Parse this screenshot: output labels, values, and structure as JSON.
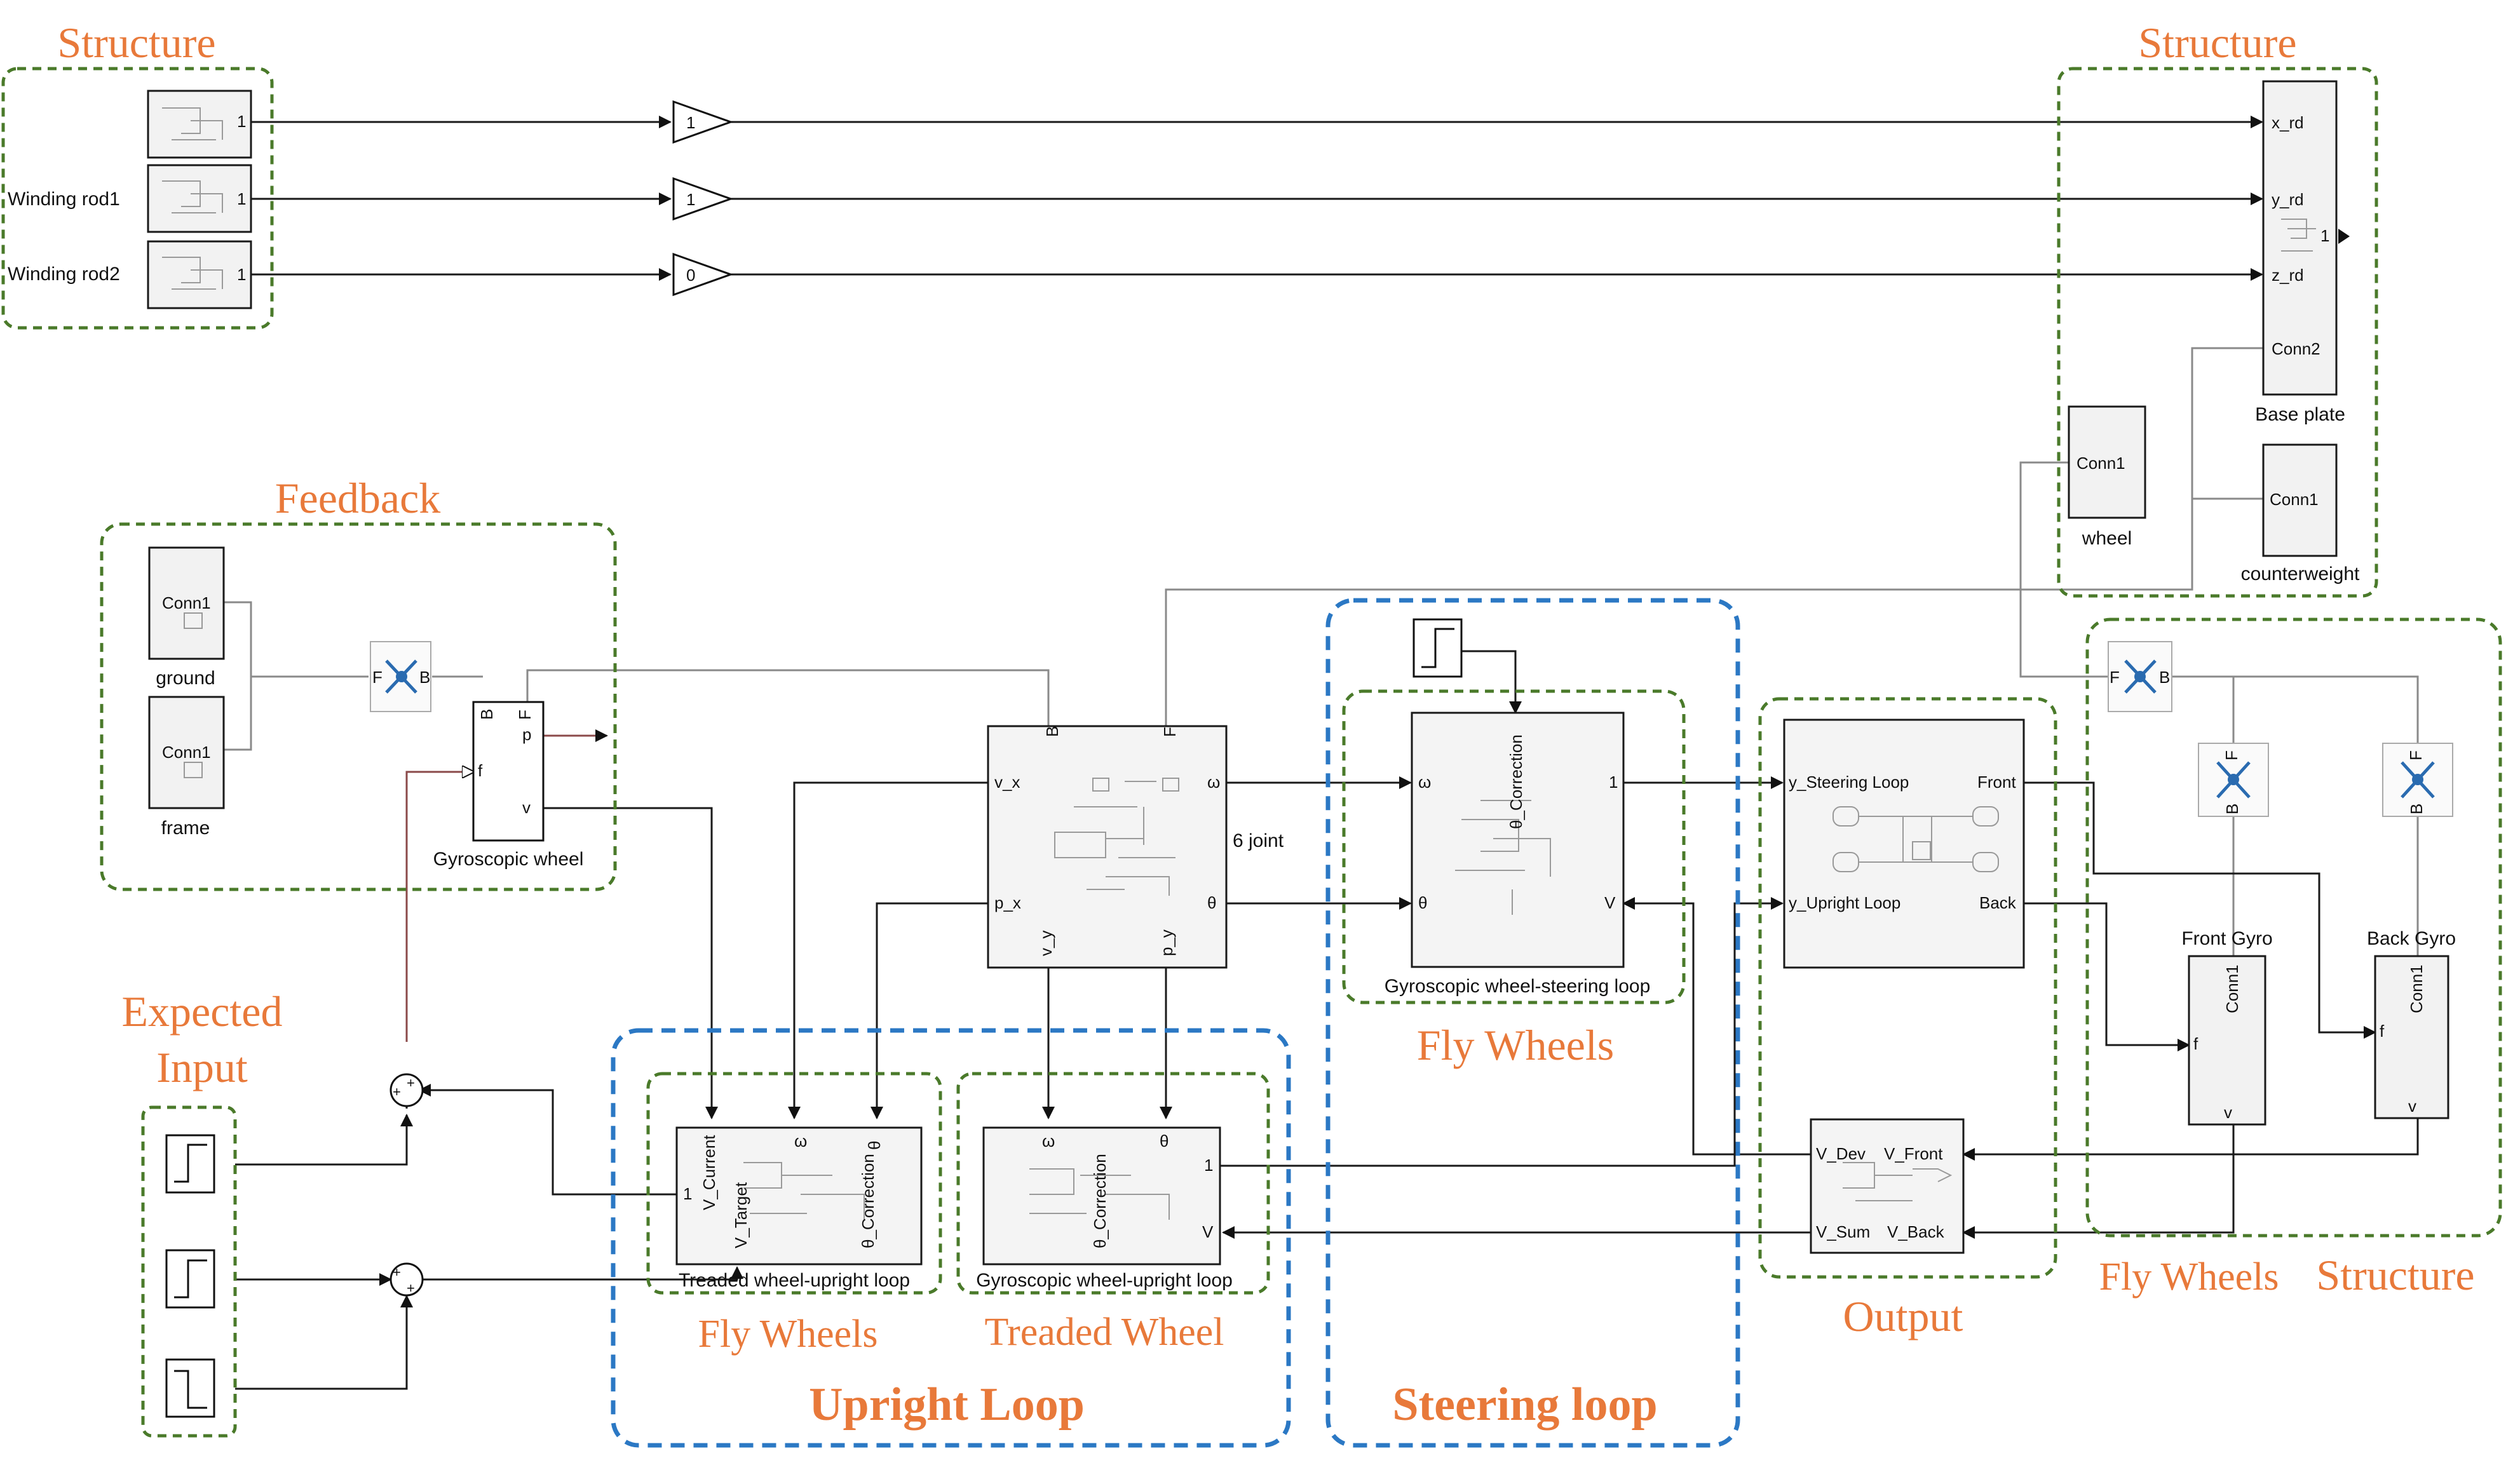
{
  "groups": {
    "structure_left": "Structure",
    "structure_right": "Structure",
    "feedback": "Feedback",
    "expected_input_line1": "Expected",
    "expected_input_line2": "Input",
    "fly_wheels_steer": "Fly  Wheels",
    "fly_wheels_upright": "Fly  Wheels",
    "treaded_wheel": "Treaded Wheel",
    "output": "Output",
    "fly_wheels_structure_a": "Fly  Wheels",
    "fly_wheels_structure_b": "Structure",
    "upright_loop": "Upright Loop",
    "steering_loop": "Steering loop"
  },
  "blocks": {
    "winding_rod1": "Winding rod1",
    "winding_rod2": "Winding rod2",
    "port_1": "1",
    "gain_x": "1",
    "gain_y": "1",
    "gain_z": "0",
    "base_plate": "Base plate",
    "base_x_rd": "x_rd",
    "base_y_rd": "y_rd",
    "base_z_rd": "z_rd",
    "base_conn2": "Conn2",
    "base_out": "1",
    "wheel": "wheel",
    "wheel_conn1": "Conn1",
    "counterweight": "counterweight",
    "counterweight_conn1": "Conn1",
    "ground": "ground",
    "ground_conn1": "Conn1",
    "frame": "frame",
    "frame_conn1": "Conn1",
    "transform_f": "F",
    "transform_b": "B",
    "gyro_wheel": "Gyroscopic wheel",
    "gyro_b": "B",
    "gyro_f_top": "F",
    "gyro_p": "p",
    "gyro_f_in": "f",
    "gyro_v": "v",
    "joint_label": "6 joint",
    "joint_b": "B",
    "joint_f": "F",
    "joint_vx": "v_x",
    "joint_px": "p_x",
    "joint_vy": "v_y",
    "joint_py": "p_y",
    "joint_omega": "ω",
    "joint_theta": "θ",
    "steer_loop": "Gyroscopic wheel-steering loop",
    "steer_omega": "ω",
    "steer_theta": "θ",
    "steer_corr": "θ_Correction",
    "steer_out1": "1",
    "steer_v": "V",
    "output_y_steer": "y_Steering Loop",
    "output_y_upright": "y_Upright Loop",
    "output_front": "Front",
    "output_back": "Back",
    "sum_v_dev": "V_Dev",
    "sum_v_front": "V_Front",
    "sum_v_sum": "V_Sum",
    "sum_v_back": "V_Back",
    "front_gyro": "Front Gyro",
    "back_gyro": "Back Gyro",
    "gyro_conn1": "Conn1",
    "gyro_f": "f",
    "gyro_vout": "v",
    "treaded_loop": "Treaded wheel-upright loop",
    "treaded_v_current": "V_Current",
    "treaded_v_target": "V_Target",
    "treaded_omega": "ω",
    "treaded_theta_corr": "θ_Correction",
    "treaded_theta": "θ",
    "treaded_in1": "1",
    "gyro_upright_loop": "Gyroscopic wheel-upright loop",
    "gu_omega": "ω",
    "gu_corr": "θ_Correction",
    "gu_theta": "θ",
    "gu_out1": "1",
    "gu_v": "V"
  }
}
